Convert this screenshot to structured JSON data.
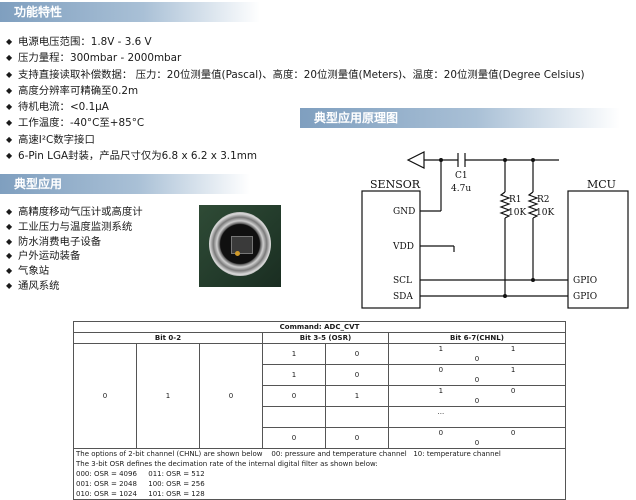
{
  "sections": {
    "features_title": "功能特性",
    "applications_title": "典型应用",
    "schematic_title": "典型应用原理图"
  },
  "features": [
    "电源电压范围：1.8V - 3.6 V",
    "压力量程：300mbar - 2000mbar",
    "支持直接读取补偿数据：  压力：20位测量值(Pascal)、高度：20位测量值(Meters)、温度：20位测量值(Degree Celsius)",
    "高度分辨率可精确至0.2m",
    "待机电流：<0.1μA",
    "工作温度：-40°C至+85°C",
    "高速I²C数字接口",
    "6-Pin LGA封装，产品尺寸仅为6.8 x 6.2 x 3.1mm"
  ],
  "applications": [
    "高精度移动气压计或高度计",
    "工业压力与温度监测系统",
    " 防水消费电子设备",
    "户外运动装备",
    "气象站",
    "通风系统"
  ],
  "schematic": {
    "sensor_label": "SENSOR",
    "mcu_label": "MCU",
    "cap_name": "C1",
    "cap_value": "4.7u",
    "r1_name": "R1",
    "r1_value": "10K",
    "r2_name": "R2",
    "r2_value": "10K",
    "pins": {
      "gnd": "GND",
      "vdd": "VDD",
      "scl": "SCL",
      "sda": "SDA",
      "gpio1": "GPIO",
      "gpio2": "GPIO"
    }
  },
  "table": {
    "command": "Command:   ADC_CVT",
    "headers": [
      "Bit 0-2",
      "Bit 3-5  (OSR)",
      "Bit 6-7(CHNL)"
    ],
    "bit02": [
      "0",
      "1",
      "0"
    ],
    "rows": [
      [
        "1",
        "0",
        "1",
        "1",
        "0"
      ],
      [
        "1",
        "0",
        "0",
        "1",
        "0"
      ],
      [
        "0",
        "1",
        "1",
        "0",
        "0"
      ],
      [
        "",
        "",
        "...",
        "",
        ""
      ],
      [
        "0",
        "0",
        "0",
        "0",
        "0"
      ]
    ],
    "notes": {
      "chnl_intro": "The options of 2-bit channel (CHNL) are shown below",
      "chnl_00": "00: pressure and temperature channel",
      "chnl_10": "10: temperature channel",
      "osr_intro": "The 3-bit OSR defines the decimation rate of the internal digital filter as shown below:",
      "osr": [
        [
          "000: OSR = 4096",
          "011: OSR = 512"
        ],
        [
          "001: OSR = 2048",
          "100: OSR = 256"
        ],
        [
          "010: OSR = 1024",
          "101: OSR = 128"
        ]
      ]
    }
  }
}
